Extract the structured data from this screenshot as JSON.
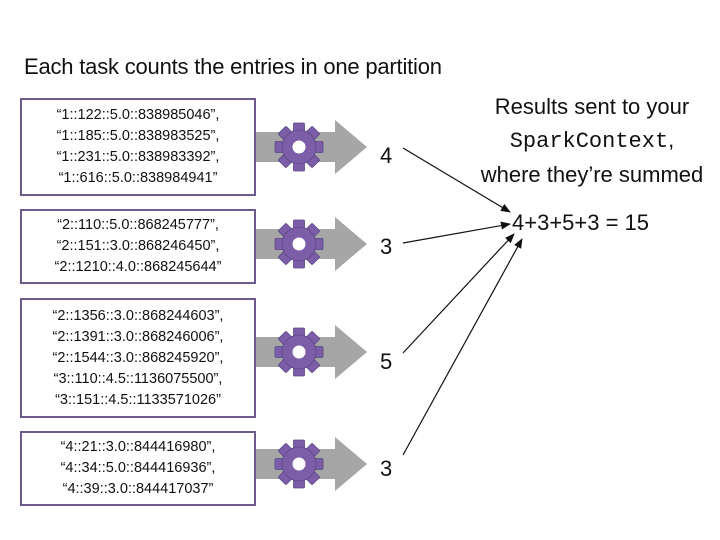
{
  "title": "Each task counts the entries in one partition",
  "partitions": [
    {
      "entries": [
        "“1::122::5.0::838985046”,",
        "“1::185::5.0::838983525”,",
        "“1::231::5.0::838983392”,",
        "“1::616::5.0::838984941”"
      ],
      "count": "4"
    },
    {
      "entries": [
        "“2::110::5.0::868245777”,",
        "“2::151::3.0::868246450”,",
        "“2::1210::4.0::868245644”"
      ],
      "count": "3"
    },
    {
      "entries": [
        "“2::1356::3.0::868244603”,",
        "“2::1391::3.0::868246006”,",
        "“2::1544::3.0::868245920”,",
        "“3::110::4.5::1136075500”,",
        "“3::151::4.5::1133571026”"
      ],
      "count": "5"
    },
    {
      "entries": [
        "“4::21::3.0::844416980”,",
        "“4::34::5.0::844416936”,",
        "“4::39::3.0::844417037”"
      ],
      "count": "3"
    }
  ],
  "results": {
    "line1": "Results sent to your",
    "code": "SparkContext",
    "comma": ",",
    "line3": "where they’re summed"
  },
  "sum": "4+3+5+3 = 15",
  "colors": {
    "box_border": "#6f5a8e",
    "gear": "#7b5ea7",
    "arrow": "#a6a6a6"
  }
}
